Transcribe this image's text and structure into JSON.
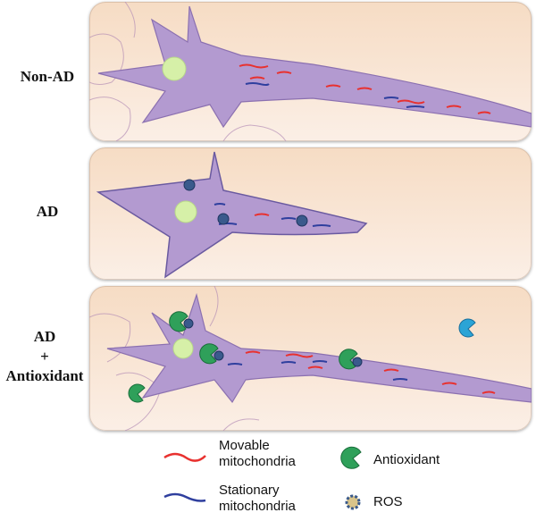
{
  "rows": [
    {
      "label": "Non-AD"
    },
    {
      "label": "AD"
    },
    {
      "label_lines": [
        "AD",
        "+",
        "Antioxidant"
      ]
    }
  ],
  "legend": {
    "movable": [
      "Movable",
      "mitochondria"
    ],
    "stationary": [
      "Stationary",
      "mitochondria"
    ],
    "antioxidant": "Antioxidant",
    "ros": "ROS"
  },
  "colors": {
    "movable_mitochondria": "#e8312f",
    "stationary_mitochondria": "#2f3f9e",
    "neuron_fill": "#b39ad0",
    "antioxidant": "#2fa05a",
    "ros": "#3a5a8c"
  }
}
